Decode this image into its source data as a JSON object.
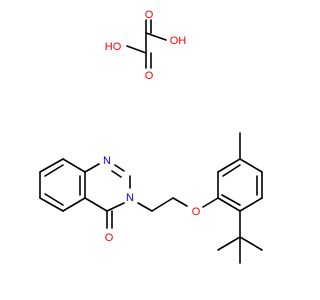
{
  "colors": {
    "bond": "#000000",
    "oxygen": "#ff0000",
    "nitrogen": "#0000ff",
    "background": "#ffffff"
  },
  "structure": {
    "labels": {
      "oh_left": "HO",
      "oh_right": "OH",
      "o_carbonyl_left": "O",
      "o_carbonyl_right": "O",
      "n_upper": "N",
      "n_ring": "N",
      "o_ketone": "O",
      "o_ether": "O"
    }
  }
}
